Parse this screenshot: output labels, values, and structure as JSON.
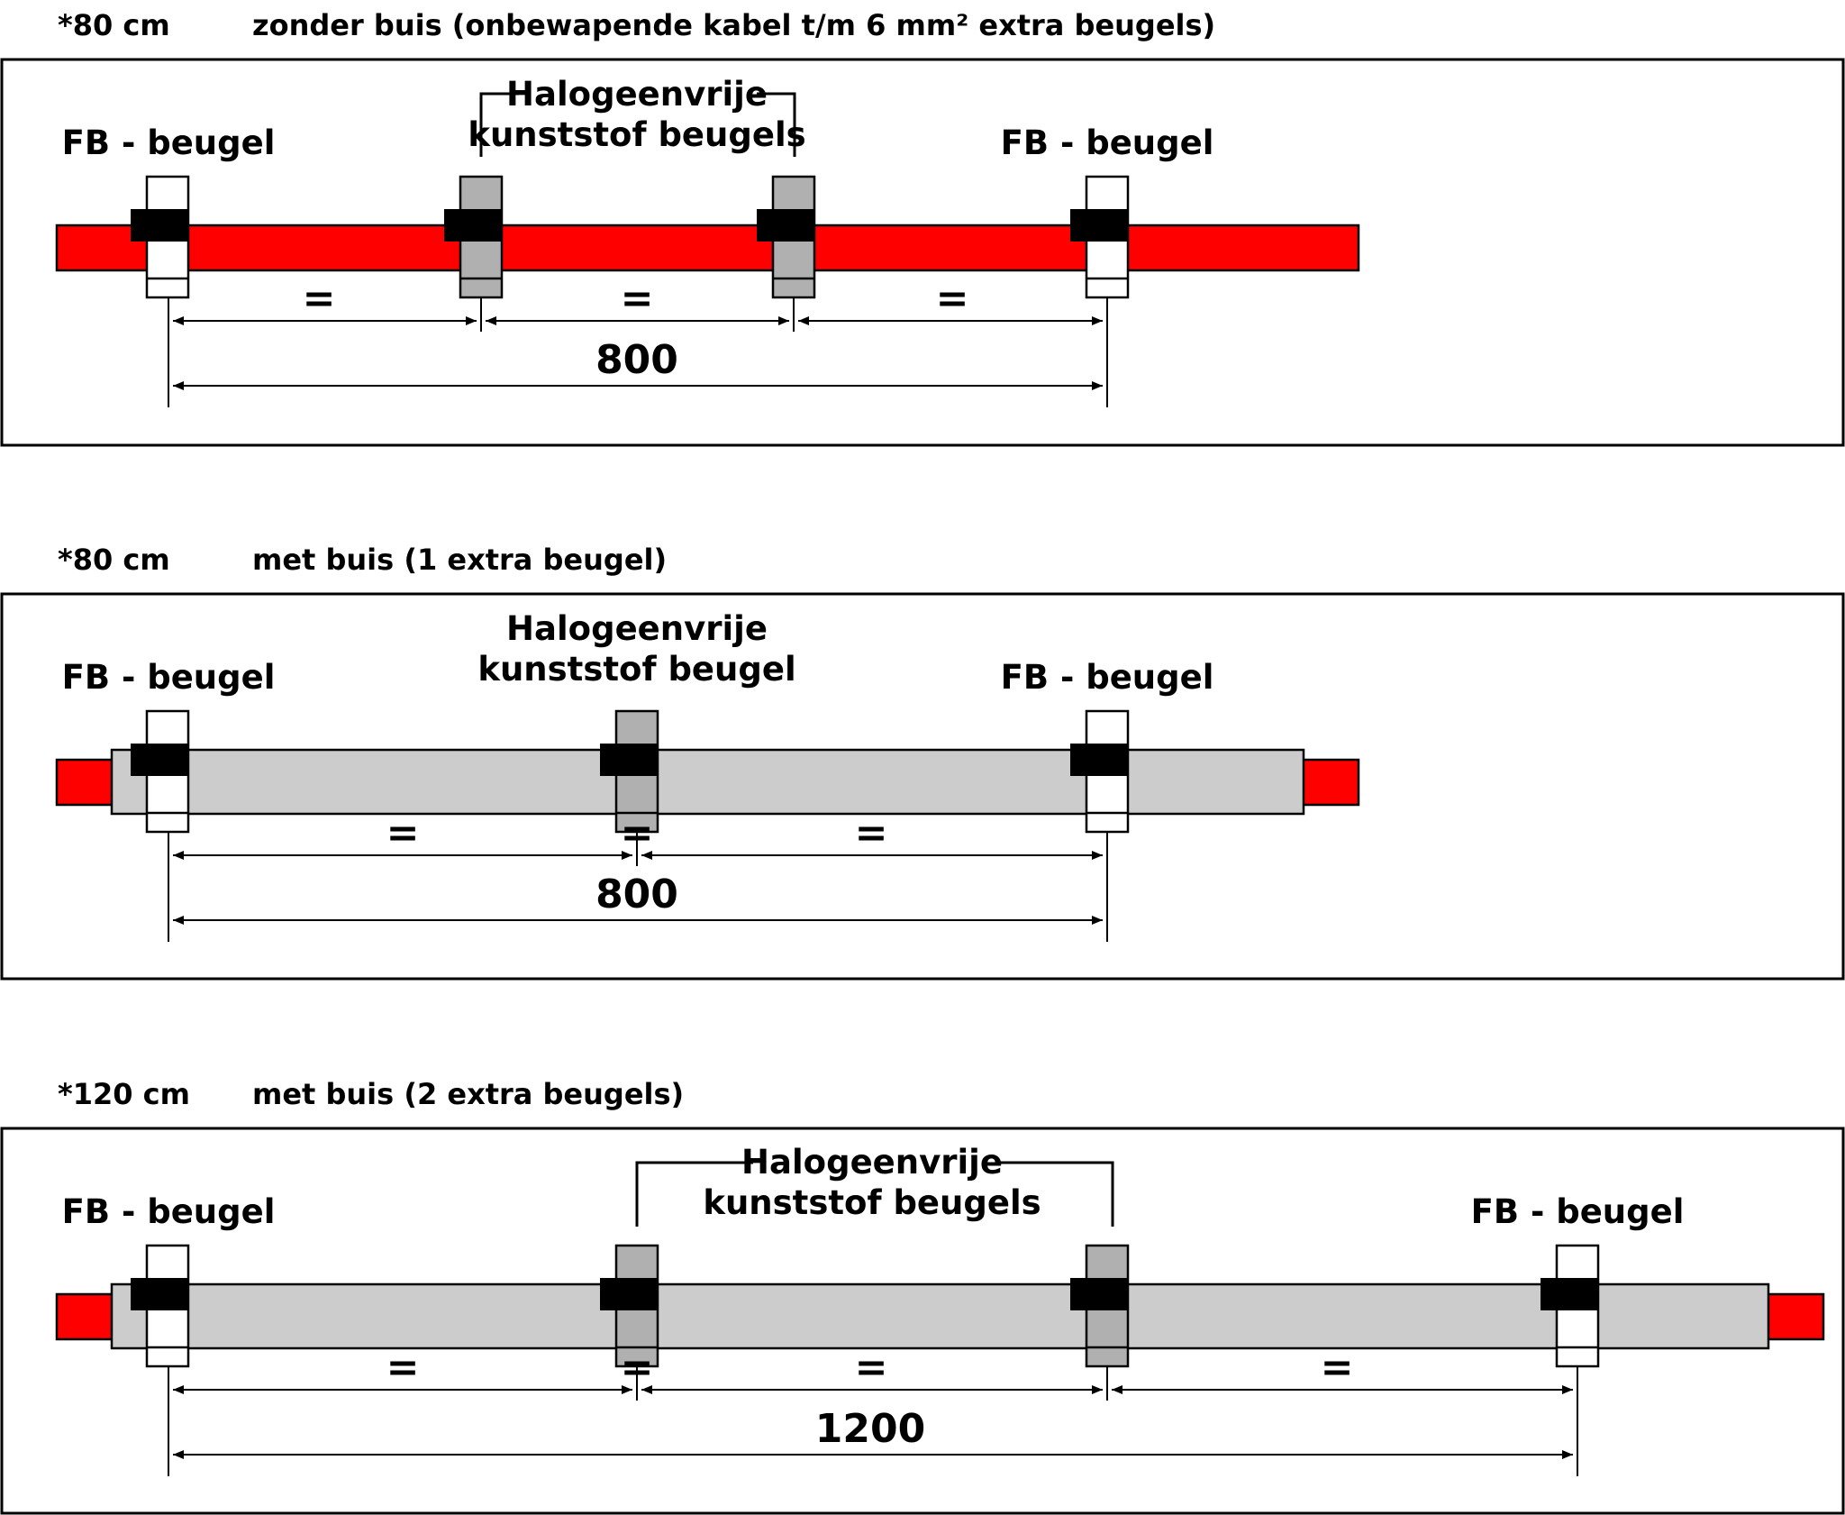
{
  "colors": {
    "cable": "#ff0000",
    "tube": "#cccccc",
    "plastic_bracket": "#b0b0b0",
    "fb_bracket": "#ffffff",
    "clamp": "#000000",
    "line": "#000000"
  },
  "panels": [
    {
      "spacing": "*80 cm",
      "description": "zonder buis (onbewapende kabel t/m 6 mm² extra beugels)",
      "fb_label_left": "FB - beugel",
      "fb_label_right": "FB - beugel",
      "plastic_label_line1": "Halogeenvrije",
      "plastic_label_line2": "kunststof beugels",
      "equal_sign": "=",
      "total_dimension": "800"
    },
    {
      "spacing": "*80 cm",
      "description": "met buis (1 extra beugel)",
      "fb_label_left": "FB - beugel",
      "fb_label_right": "FB - beugel",
      "plastic_label_line1": "Halogeenvrije",
      "plastic_label_line2": "kunststof beugel",
      "equal_sign": "=",
      "total_dimension": "800"
    },
    {
      "spacing": "*120 cm",
      "description": "met buis (2 extra beugels)",
      "fb_label_left": "FB - beugel",
      "fb_label_right": "FB - beugel",
      "plastic_label_line1": "Halogeenvrije",
      "plastic_label_line2": "kunststof beugels",
      "equal_sign": "=",
      "total_dimension": "1200"
    }
  ]
}
